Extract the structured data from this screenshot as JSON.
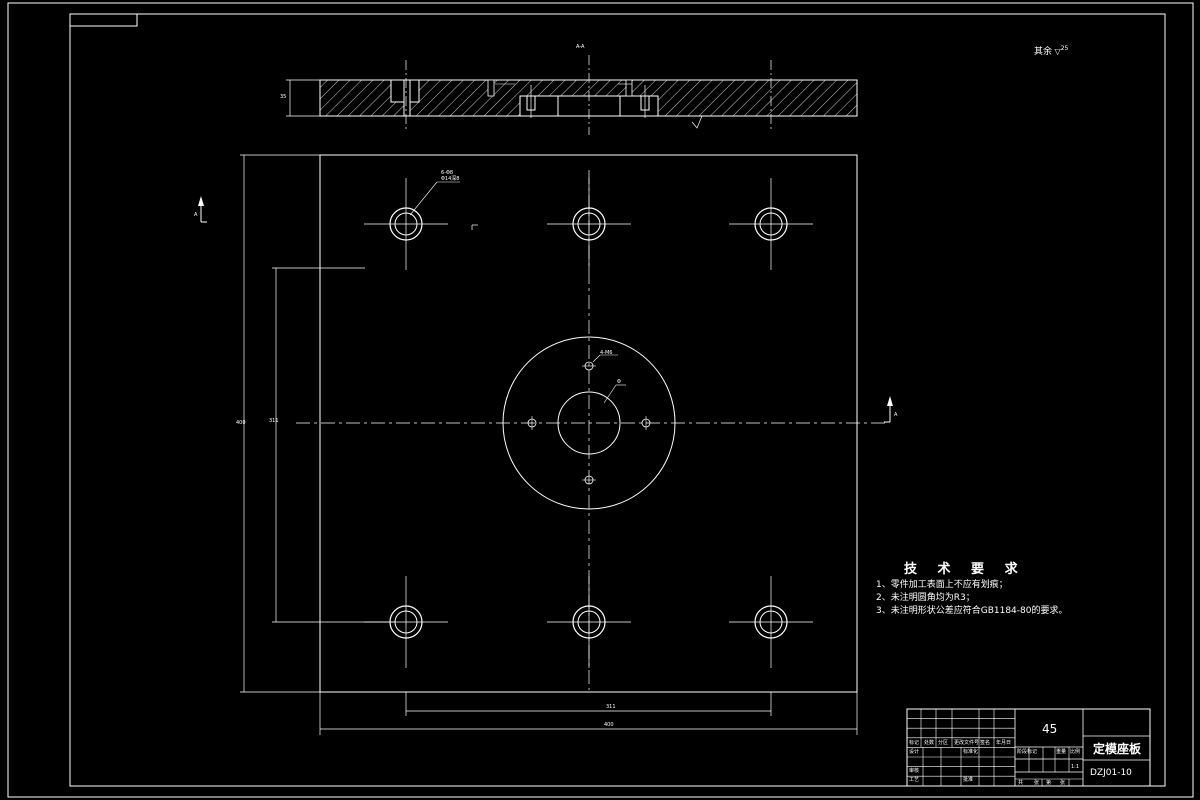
{
  "drawing": {
    "roughness_note": "其余",
    "roughness_value": "25",
    "section_label": "A-A",
    "section_mark": "A",
    "hole_note_line1": "6-Φ8",
    "hole_note_line2": "Φ14深8",
    "center_label": "Φ",
    "small_hole_label": "4-M6",
    "dimension_top": "311",
    "dimension_bottom": "400",
    "dimension_left_outer": "400",
    "dimension_left_inner": "311",
    "thickness_label": "35"
  },
  "tech_requirements": {
    "title": "技 术 要 求",
    "items": [
      "1、零件加工表面上不应有划痕；",
      "2、未注明圆角均为R3；",
      "3、未注明形状公差应符合GB1184-80的要求。"
    ]
  },
  "title_block": {
    "material": "45",
    "part_name": "定模座板",
    "drawing_number": "DZJ01-10",
    "scale": "1:1",
    "row_labels": [
      "标记",
      "处数",
      "分区",
      "更改文件号",
      "签名",
      "年月日"
    ],
    "left_labels": [
      "设计",
      "审核",
      "工艺"
    ],
    "mid_labels": [
      "标准化",
      "批准"
    ],
    "stage_labels": [
      "阶段标记",
      "重量",
      "比例"
    ],
    "footer_labels": [
      "共",
      "张",
      "第",
      "张"
    ]
  }
}
